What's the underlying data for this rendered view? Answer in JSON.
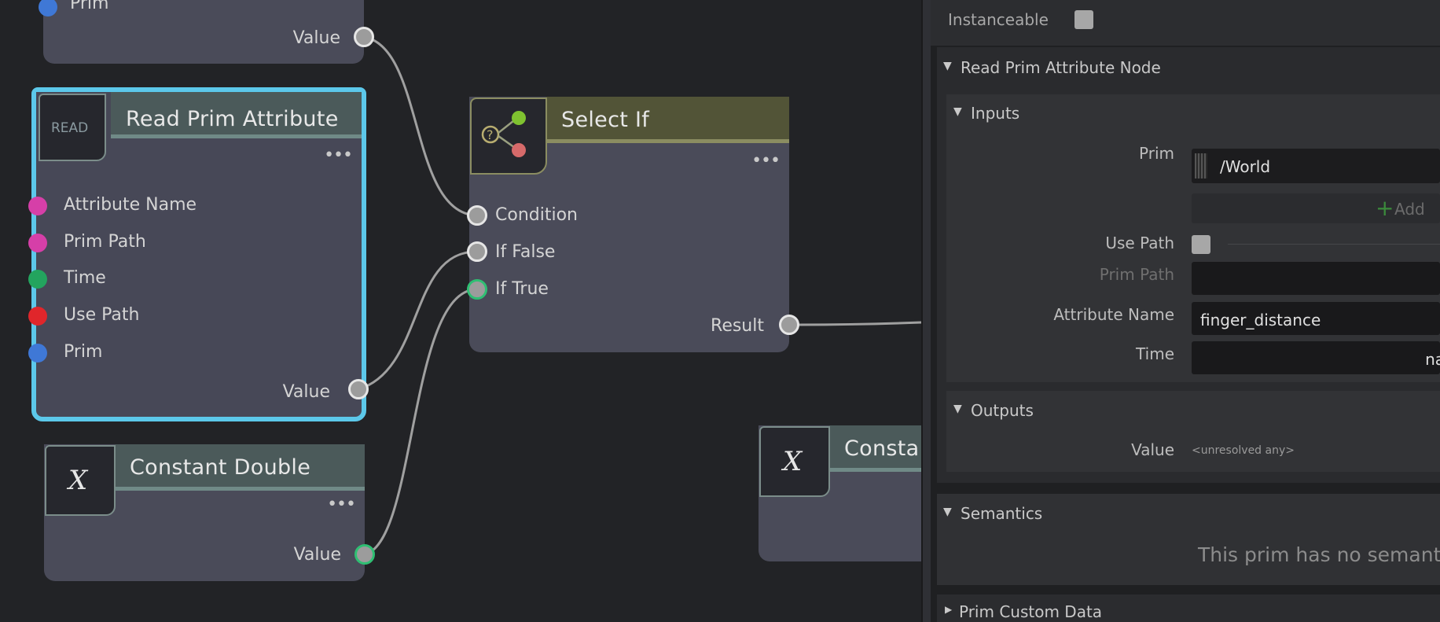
{
  "colors": {
    "selection_border": "#5cc8ea",
    "port_magenta": "#d63fa8",
    "port_green": "#23a45e",
    "port_red": "#e0262b",
    "port_blue": "#3f78d6",
    "select_header": "#525437",
    "read_header": "#4b5a5a"
  },
  "nodes": {
    "top_partial": {
      "port_prim": "Prim",
      "output": "Value"
    },
    "read_prim": {
      "icon_text": "READ",
      "title": "Read Prim Attribute",
      "menu": "•••",
      "inputs": [
        "Attribute Name",
        "Prim Path",
        "Time",
        "Use Path",
        "Prim"
      ],
      "output": "Value"
    },
    "constant_double": {
      "icon_text": "X",
      "title": "Constant Double",
      "menu": "•••",
      "output": "Value"
    },
    "select_if": {
      "icon": "question-branch-icon",
      "title": "Select If",
      "menu": "•••",
      "inputs": [
        "Condition",
        "If False",
        "If True"
      ],
      "output": "Result"
    },
    "constant_partial": {
      "icon_text": "X",
      "title": "Consta"
    }
  },
  "panel": {
    "instanceable_label": "Instanceable",
    "section_title": "Read Prim Attribute Node",
    "inputs_title": "Inputs",
    "prim_label": "Prim",
    "prim_value": "/World",
    "add_label": "Add",
    "use_path_label": "Use Path",
    "prim_path_label": "Prim Path",
    "attribute_name_label": "Attribute Name",
    "attribute_name_value": "finger_distance",
    "time_label": "Time",
    "time_value": "na",
    "outputs_title": "Outputs",
    "value_label": "Value",
    "value_type": "<unresolved any>",
    "semantics_title": "Semantics",
    "semantics_text": "This prim has no semant",
    "custom_data_title": "Prim Custom Data"
  }
}
